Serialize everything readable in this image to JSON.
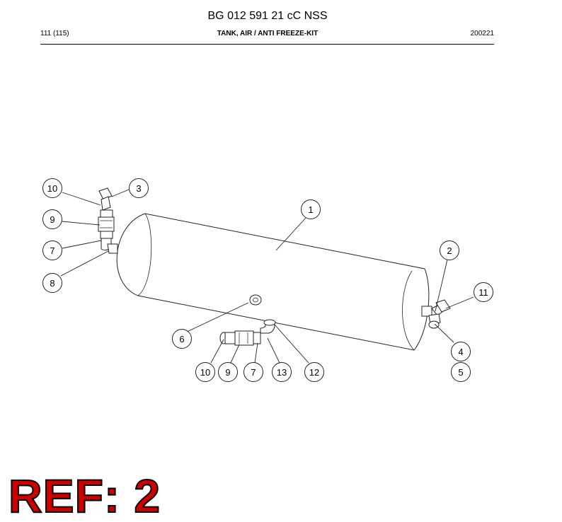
{
  "header": {
    "title": "BG 012 591 21 cC NSS",
    "page": "111 (115)",
    "subtitle": "TANK, AIR / ANTI FREEZE-KIT",
    "date": "200221"
  },
  "callouts": [
    "10",
    "3",
    "9",
    "7",
    "8",
    "1",
    "2",
    "11",
    "6",
    "4",
    "5",
    "10",
    "9",
    "7",
    "13",
    "12"
  ],
  "ref_label": "REF: 2"
}
